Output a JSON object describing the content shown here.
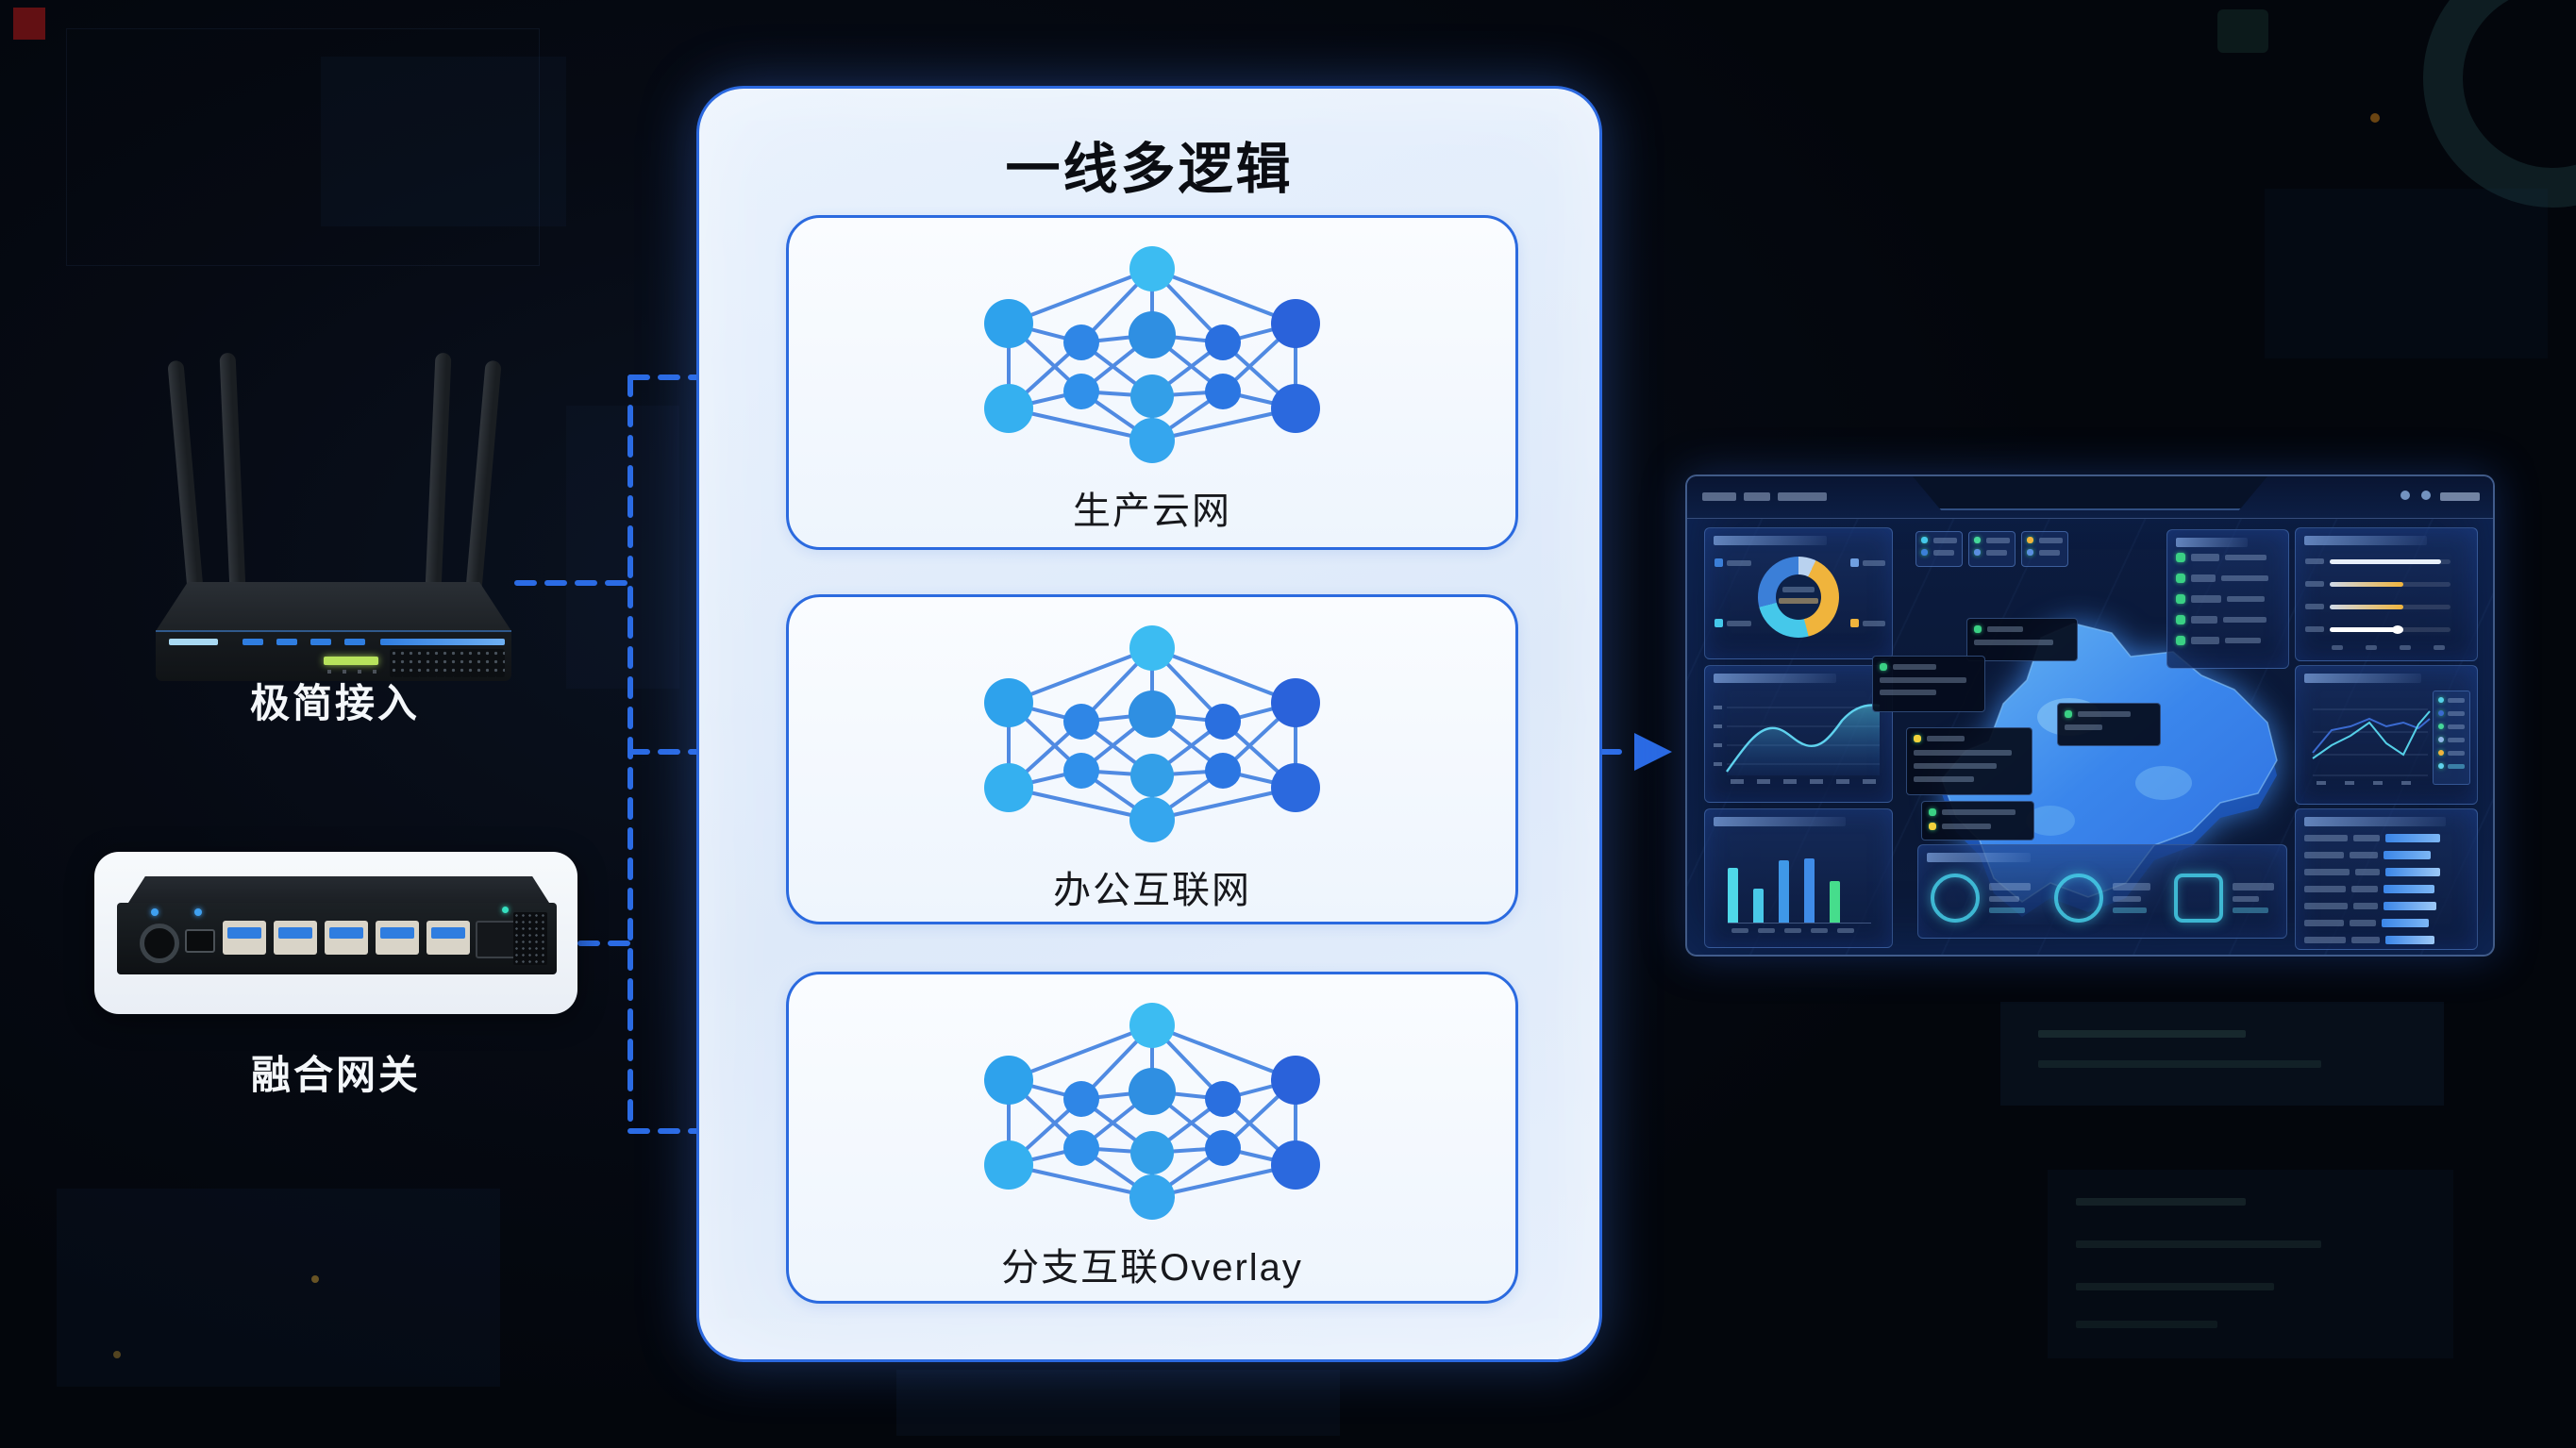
{
  "diagram": {
    "title": "一线多逻辑",
    "devices": [
      {
        "label": "极简接入",
        "type": "wireless-router"
      },
      {
        "label": "融合网关",
        "type": "converged-gateway"
      }
    ],
    "logical_networks": [
      {
        "label": "生产云网"
      },
      {
        "label": "办公互联网"
      },
      {
        "label": "分支互联Overlay"
      }
    ],
    "icons": {
      "network_mesh": "mesh-network-icon",
      "flow_arrow": "dashed-arrow-right"
    }
  },
  "colors": {
    "accent_blue": "#2b6be4",
    "panel_fill": "#e3edfb",
    "panel_border": "#2c69df",
    "box_fill": "#f7fafe",
    "box_border": "#2b6adf",
    "title_color": "#0b0d12",
    "label_color": "#17181c",
    "device_label_color": "#f4f7fa",
    "edge_color": "#3f7fdf",
    "dash_bg": "#0b1a3a",
    "donut_yellow": "#f0b43c",
    "donut_cyan": "#45c8ea",
    "donut_blue": "#3b7fd8",
    "chart_cyan": "#55d2ea",
    "green_status": "#3ad084",
    "led_green": "#b7e35c",
    "port_blue": "#2f7de0"
  }
}
